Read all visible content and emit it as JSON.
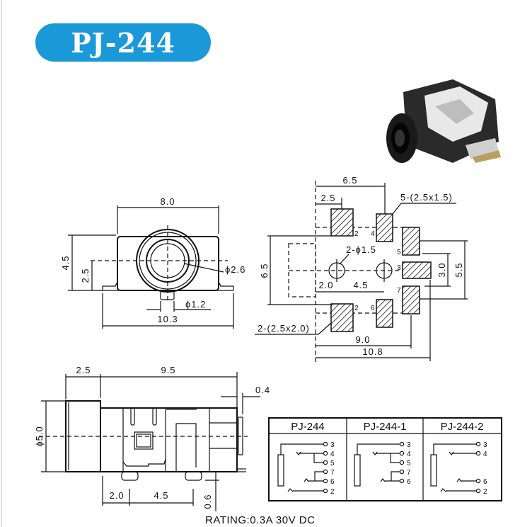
{
  "title": "PJ-244",
  "colors": {
    "title_bg": "#1a98d8",
    "line": "#111111"
  },
  "front_view": {
    "width": "8.0",
    "height": "4.5",
    "center_height": "2.5",
    "hole_dia": "ϕ2.6",
    "pin_dia": "ϕ1.2",
    "overall_width": "10.3"
  },
  "footprint": {
    "span": "6.5",
    "pad_offset": "2.5",
    "pad_note": "5-(2.5x1.5)",
    "height": "6.5",
    "hole_note": "2-ϕ1.5",
    "hole_offset": "2.0",
    "hole_spacing": "4.5",
    "pad_pitch": "3.0",
    "pad_span": "5.5",
    "width_a": "9.0",
    "width_b": "10.8",
    "big_pad_note": "2-(2.5x2.0)",
    "pin_labels": [
      "2",
      "4",
      "5",
      "3",
      "7",
      "2",
      "6"
    ]
  },
  "side_view": {
    "front_len": "2.5",
    "body_len": "9.5",
    "back": "0.4",
    "dia": "ϕ5.0",
    "pin_offset": "2.0",
    "pin_spacing": "4.5",
    "standoff": "0.6"
  },
  "schematic": {
    "headers": [
      "PJ-244",
      "PJ-244-1",
      "PJ-244-2"
    ],
    "pins": [
      [
        "3",
        "4",
        "5",
        "7",
        "6",
        "2"
      ],
      [
        "3",
        "4",
        "5",
        "7",
        "6"
      ],
      [
        "3",
        "4",
        "6",
        "2"
      ]
    ]
  },
  "rating": "RATING:0.3A 30V DC"
}
